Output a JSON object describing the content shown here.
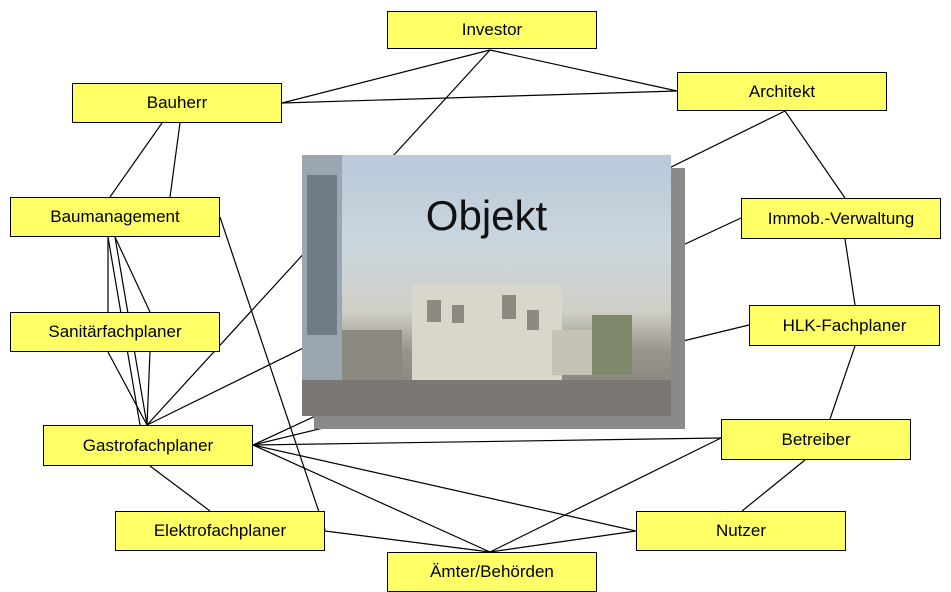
{
  "title": "Objekt",
  "nodes": {
    "investor": "Investor",
    "architekt": "Architekt",
    "bauherr": "Bauherr",
    "baumanagement": "Baumanagement",
    "immob_verwaltung": "Immob.-Verwaltung",
    "sanitaerfachplaner": "Sanitärfachplaner",
    "hlk_fachplaner": "HLK-Fachplaner",
    "gastrofachplaner": "Gastrofachplaner",
    "betreiber": "Betreiber",
    "elektrofachplaner": "Elektrofachplaner",
    "nutzer": "Nutzer",
    "aemter_behoerden": "Ämter/Behörden"
  },
  "connections": [
    [
      "investor",
      "bauherr"
    ],
    [
      "investor",
      "architekt"
    ],
    [
      "investor",
      "gastrofachplaner"
    ],
    [
      "bauherr",
      "architekt"
    ],
    [
      "bauherr",
      "baumanagement"
    ],
    [
      "architekt",
      "gastrofachplaner"
    ],
    [
      "architekt",
      "immob_verwaltung"
    ],
    [
      "immob_verwaltung",
      "hlk_fachplaner"
    ],
    [
      "immob_verwaltung",
      "gastrofachplaner"
    ],
    [
      "hlk_fachplaner",
      "gastrofachplaner"
    ],
    [
      "hlk_fachplaner",
      "betreiber"
    ],
    [
      "betreiber",
      "gastrofachplaner"
    ],
    [
      "betreiber",
      "nutzer"
    ],
    [
      "betreiber",
      "aemter_behoerden"
    ],
    [
      "baumanagement",
      "sanitaerfachplaner"
    ],
    [
      "baumanagement",
      "gastrofachplaner"
    ],
    [
      "baumanagement",
      "elektrofachplaner"
    ],
    [
      "sanitaerfachplaner",
      "gastrofachplaner"
    ],
    [
      "gastrofachplaner",
      "elektrofachplaner"
    ],
    [
      "gastrofachplaner",
      "nutzer"
    ],
    [
      "gastrofachplaner",
      "aemter_behoerden"
    ],
    [
      "elektrofachplaner",
      "aemter_behoerden"
    ],
    [
      "nutzer",
      "aemter_behoerden"
    ]
  ]
}
